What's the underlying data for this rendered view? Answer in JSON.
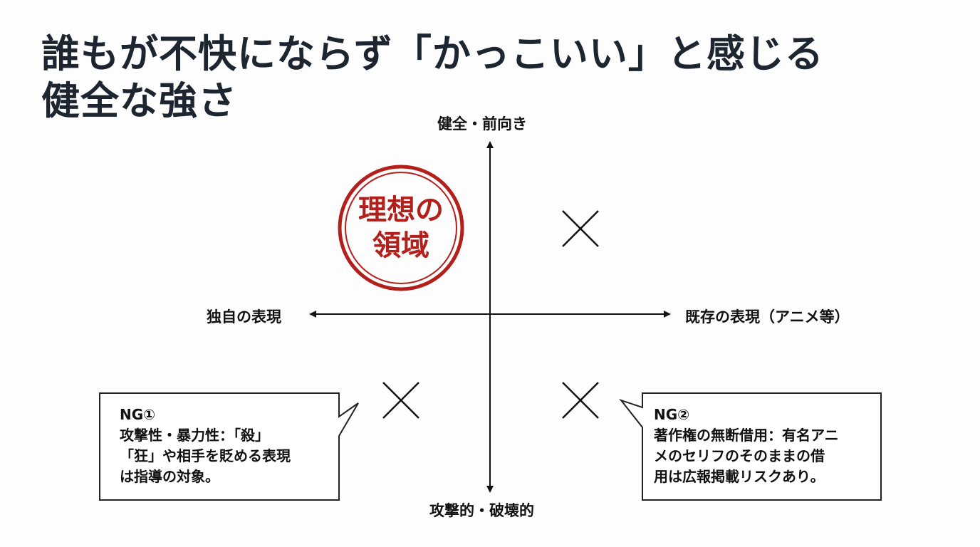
{
  "title": {
    "line1": "誰もが不快にならず「かっこいい」と感じる",
    "line2": "健全な強さ"
  },
  "axes": {
    "top": "健全・前向き",
    "bottom": "攻撃的・破壊的",
    "left": "独自の表現",
    "right": "既存の表現（アニメ等）"
  },
  "stamp": {
    "line1": "理想の",
    "line2": "領域",
    "color": "#b3201b"
  },
  "quadrants": {
    "top_left": "ideal",
    "top_right": "x-mark",
    "bottom_left": "x-mark",
    "bottom_right": "x-mark"
  },
  "callouts": [
    {
      "heading": "NG①",
      "lines": [
        "攻撃性・暴力性：「殺」",
        "「狂」や相手を貶める表現",
        "は指導の対象。"
      ]
    },
    {
      "heading": "NG②",
      "lines": [
        "著作権の無断借用：有名アニ",
        "メのセリフのそのままの借",
        "用は広報掲載リスクあり。"
      ]
    }
  ]
}
